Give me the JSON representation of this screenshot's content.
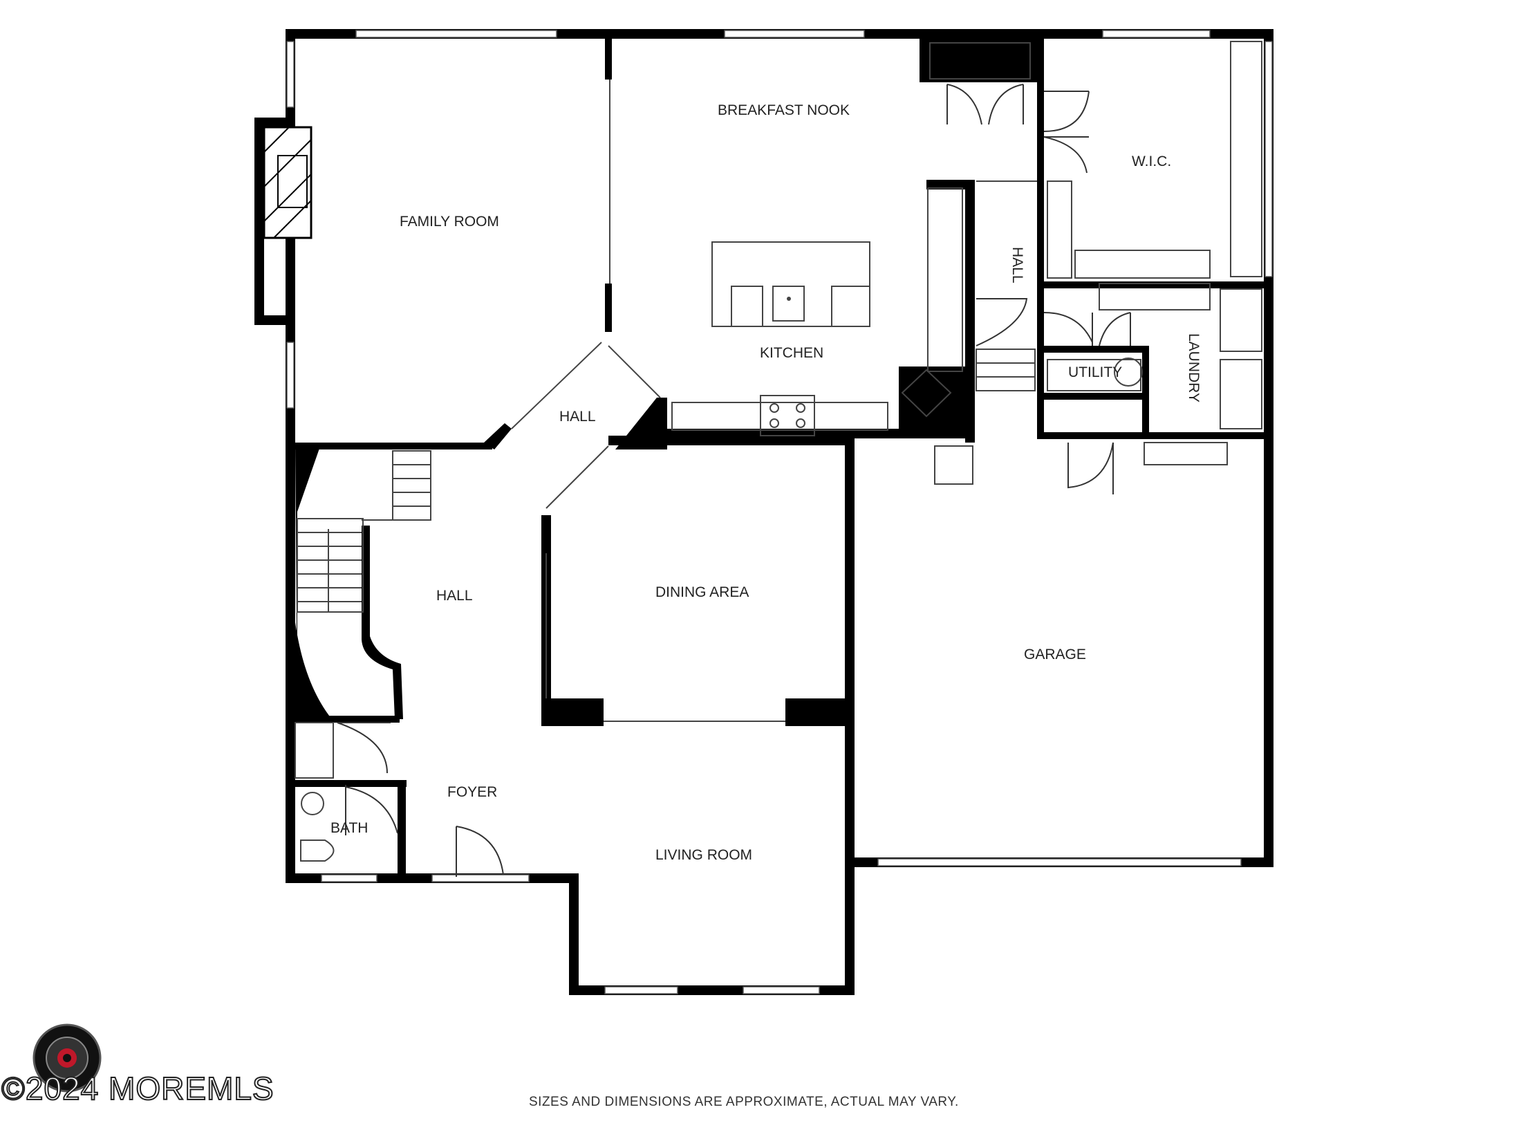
{
  "rooms": {
    "family_room": "FAMILY ROOM",
    "breakfast_nook": "BREAKFAST NOOK",
    "kitchen": "KITCHEN",
    "hall_upper": "HALL",
    "hall_main": "HALL",
    "hall_side": "HALL",
    "wic": "W.I.C.",
    "laundry": "LAUNDRY",
    "utility": "UTILITY",
    "dining_area": "DINING AREA",
    "garage": "GARAGE",
    "foyer": "FOYER",
    "bath": "BATH",
    "living_room": "LIVING ROOM"
  },
  "footer": {
    "disclaimer": "SIZES AND DIMENSIONS ARE APPROXIMATE, ACTUAL MAY VARY.",
    "copyright": "©2024 MOREMLS"
  },
  "colors": {
    "wall": "#000000",
    "background": "#ffffff"
  }
}
